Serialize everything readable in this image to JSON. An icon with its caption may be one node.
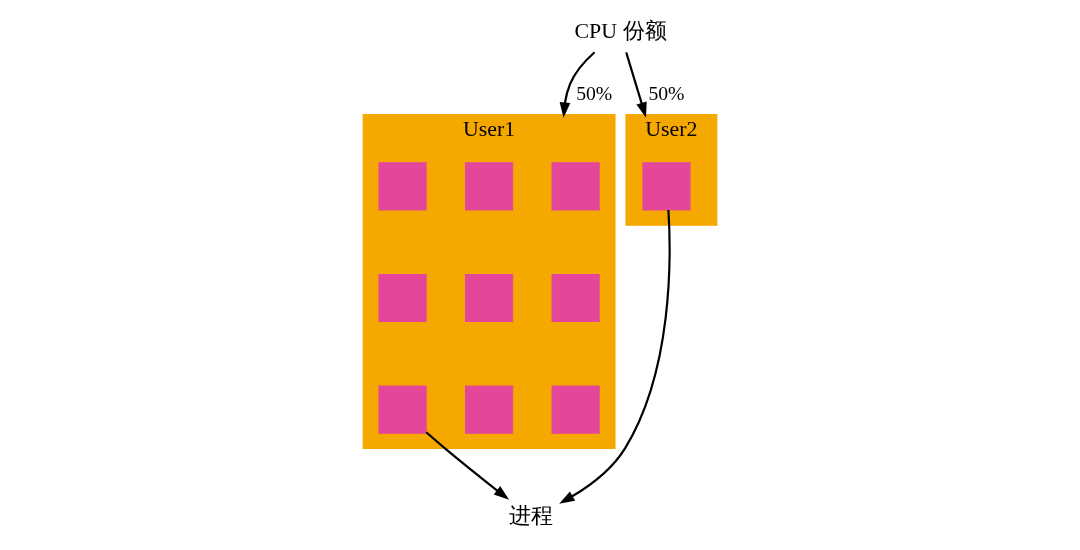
{
  "diagram": {
    "nodes": [
      {
        "text": [
          "CPU 份额"
        ]
      },
      {
        "text": [
          "User1"
        ]
      },
      {
        "text": [],
        "shape": "box",
        "in": 1
      },
      {
        "text": [],
        "shape": "box",
        "in": 1
      },
      {
        "text": [],
        "shape": "box",
        "in": 1
      },
      {
        "text": [],
        "shape": "box",
        "in": 1
      },
      {
        "text": [],
        "shape": "box",
        "in": 1
      },
      {
        "text": [],
        "shape": "box",
        "in": 1
      },
      {
        "text": [],
        "shape": "box",
        "in": 1
      },
      {
        "text": [],
        "shape": "box",
        "in": 1
      },
      {
        "text": [],
        "shape": "box",
        "in": 1
      },
      {
        "text": [
          "User2"
        ]
      },
      {
        "text": [],
        "shape": "box",
        "in": 11
      },
      {
        "text": [
          "进程"
        ]
      }
    ],
    "edges": [
      {
        "from": 0,
        "to": 1,
        "label": "50%",
        "arrow": "to"
      },
      {
        "from": 0,
        "to": 11,
        "label": "50%",
        "arrow": "to"
      },
      {
        "from": 10,
        "to": 13,
        "arrow": "to"
      },
      {
        "from": 12,
        "to": 13,
        "arrow": "to"
      }
    ]
  }
}
